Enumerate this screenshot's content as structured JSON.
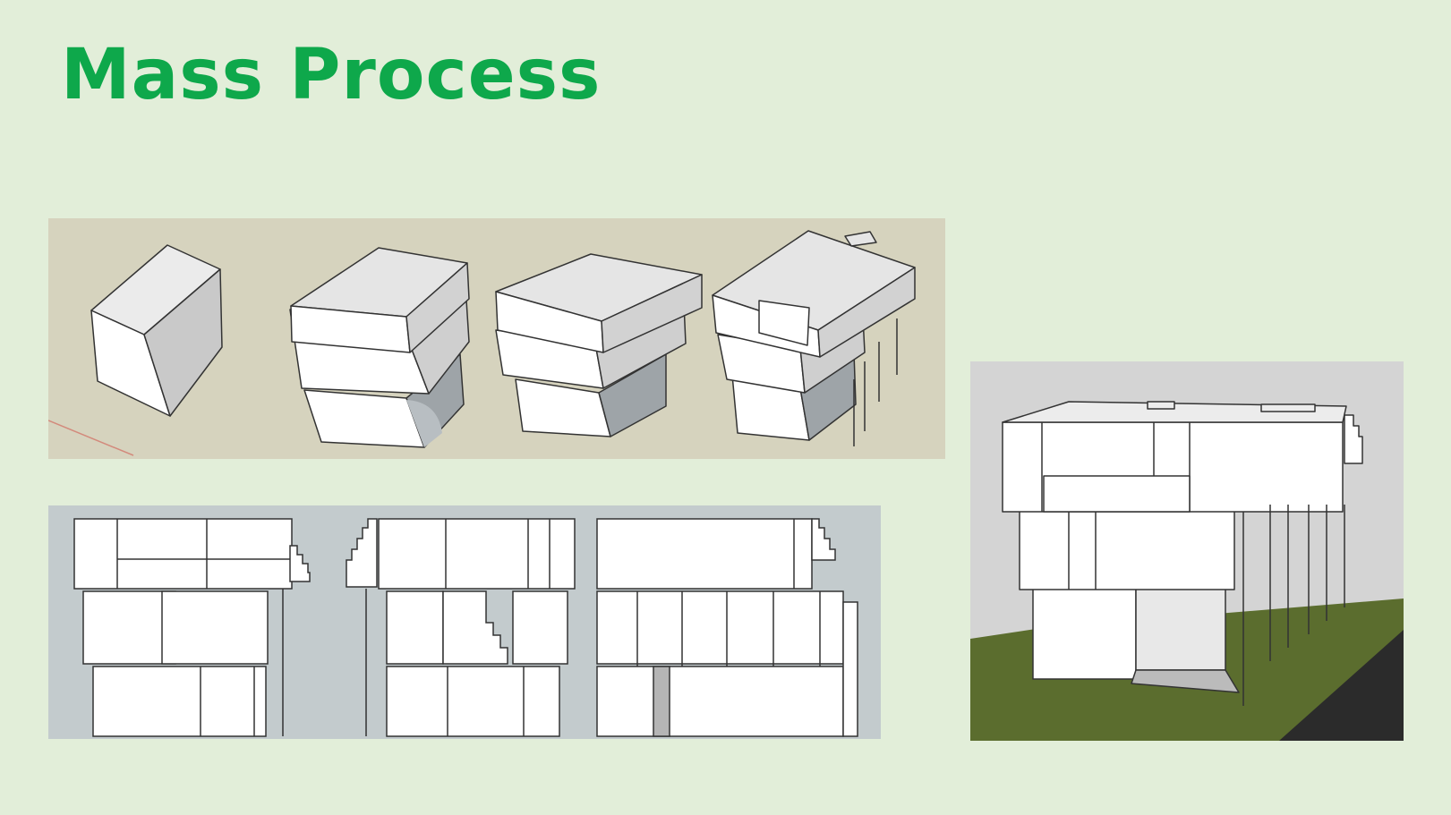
{
  "slide": {
    "title": "Mass Process"
  },
  "colors": {
    "background": "#e2eed9",
    "title": "#0ea84b",
    "mass_strip_bg": "#d6d3be",
    "elevation_bg": "#c3cbcd",
    "perspective_sky": "#d4d4d4",
    "grass": "#5b6d2e",
    "road": "#2b2b2b"
  },
  "images": [
    {
      "name": "mass-process-steps",
      "alt_icon": "massing-diagram-icon"
    },
    {
      "name": "building-elevations",
      "alt_icon": "elevation-drawing-icon"
    },
    {
      "name": "final-mass-perspective",
      "alt_icon": "perspective-render-icon"
    }
  ]
}
